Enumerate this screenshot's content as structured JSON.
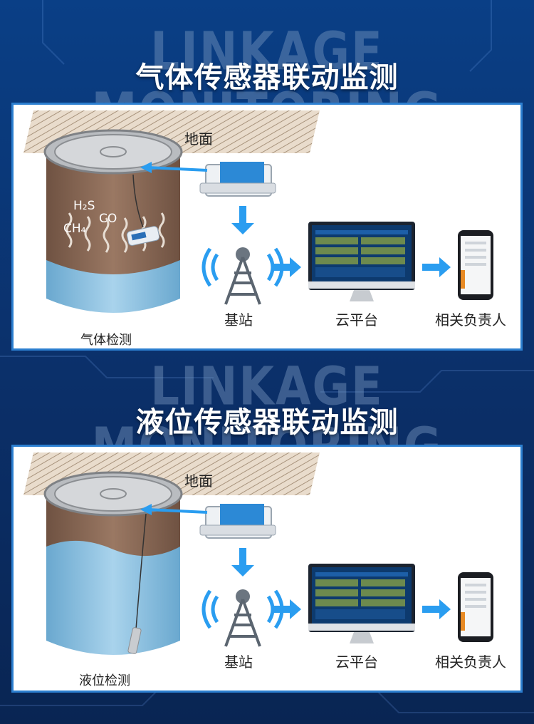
{
  "section1": {
    "watermark": "LINKAGE MONITORING",
    "title": "气体传感器联动监测",
    "ground": "地面",
    "gases": [
      "H₂S",
      "CO",
      "CH₄"
    ],
    "caption": "气体检测",
    "base_station": "基站",
    "cloud": "云平台",
    "person": "相关负责人"
  },
  "section2": {
    "watermark": "LINKAGE MONITORING",
    "title": "液位传感器联动监测",
    "ground": "地面",
    "caption": "液位检测",
    "base_station": "基站",
    "cloud": "云平台",
    "person": "相关负责人"
  },
  "colors": {
    "accent": "#2a9df0",
    "panel_border": "#2c7fd0",
    "soil": "#8b6a57",
    "water": "#8fc3e0"
  }
}
